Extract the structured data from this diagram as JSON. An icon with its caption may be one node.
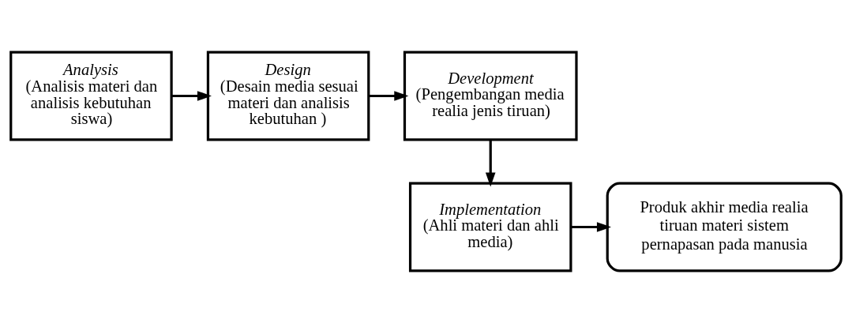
{
  "diagram": {
    "nodes": [
      {
        "text": [
          "Analysis",
          "(Analisis materi dan analisis kebutuhan siswa)"
        ]
      },
      {
        "text": [
          "Design",
          "(Desain media sesuai materi dan analisis kebutuhan )"
        ]
      },
      {
        "text": [
          "Development",
          "(Pengembangan media realia jenis tiruan)"
        ]
      },
      {
        "text": [
          "Implementation",
          "(Ahli materi dan ahli media)"
        ]
      },
      {
        "text": [
          "Produk akhir media realia tiruan materi sistem pernapasan pada manusia"
        ]
      }
    ],
    "edges": [
      {
        "from": 0,
        "to": 1,
        "arrow": "to"
      },
      {
        "from": 1,
        "to": 2,
        "arrow": "to"
      },
      {
        "from": 2,
        "to": 3,
        "arrow": "to"
      },
      {
        "from": 3,
        "to": 4,
        "arrow": "to"
      }
    ]
  }
}
